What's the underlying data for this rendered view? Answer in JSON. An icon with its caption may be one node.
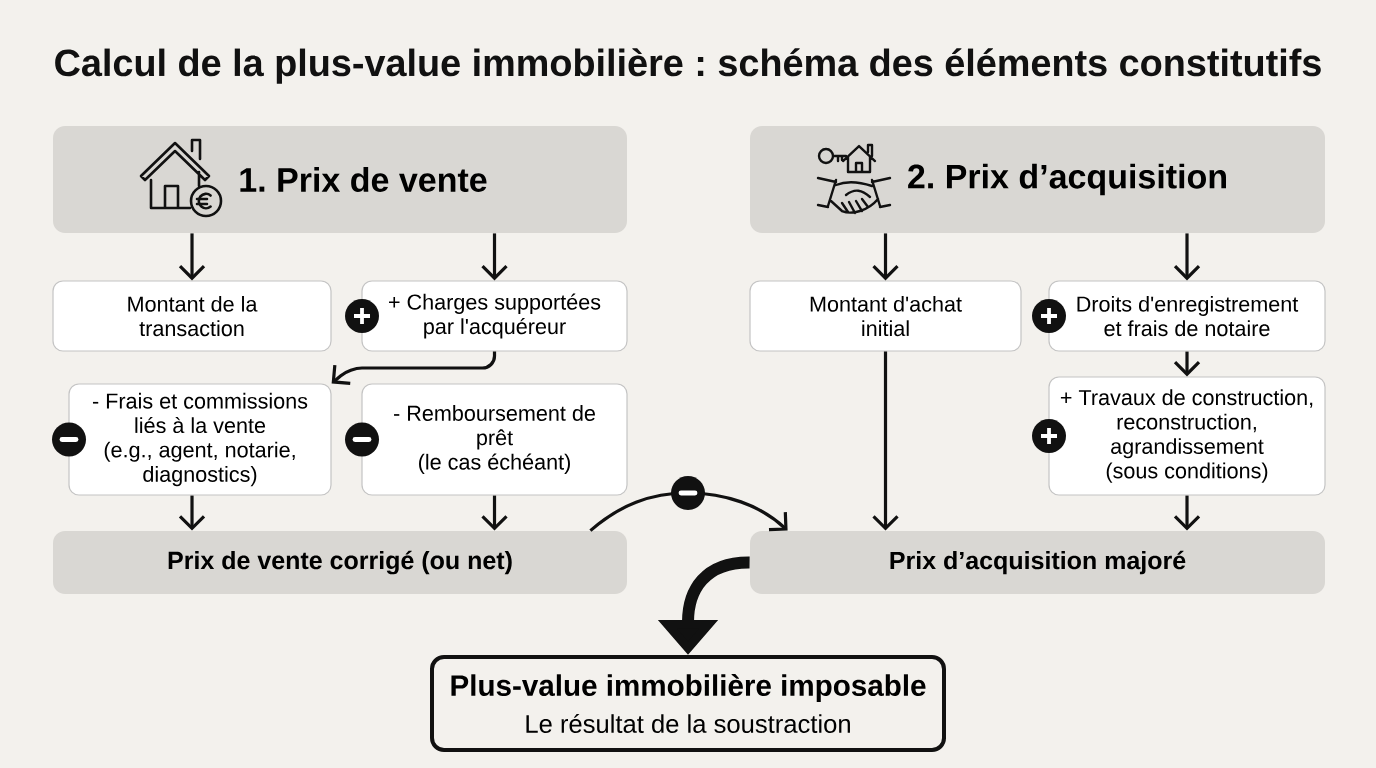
{
  "diagram": {
    "title": "Calcul de la plus-value immobilière : schéma des éléments constitutifs",
    "nodes": [
      {
        "text": [
          "1. Prix de vente"
        ]
      },
      {
        "text": [
          "2. Prix d’acquisition"
        ]
      },
      {
        "text": [
          "Montant de la transaction"
        ]
      },
      {
        "text": [
          "+ Charges supportées par l'acquéreur"
        ]
      },
      {
        "text": [
          "Montant d'achat initial"
        ]
      },
      {
        "text": [
          "Droits d'enregistrement et frais de notaire"
        ]
      },
      {
        "text": [
          "- Frais et commissions liés à la vente",
          "(e.g., agent, notarie, diagnostics)"
        ]
      },
      {
        "text": [
          "- Remboursement de prêt",
          "(le cas échéant)"
        ]
      },
      {
        "text": [
          "+ Travaux de construction, reconstruction, agrandissement",
          "(sous conditions)"
        ]
      },
      {
        "text": [
          "Prix de vente corrigé (ou net)"
        ]
      },
      {
        "text": [
          "Prix d’acquisition majoré"
        ]
      },
      {
        "text": [
          "Plus-value immobilière imposable",
          "Le résultat de la soustraction"
        ]
      }
    ],
    "edges": [
      {
        "from": 0,
        "to": 2,
        "arrow": "to"
      },
      {
        "from": 0,
        "to": 3,
        "arrow": "to"
      },
      {
        "from": 1,
        "to": 4,
        "arrow": "to"
      },
      {
        "from": 1,
        "to": 5,
        "arrow": "to"
      },
      {
        "from": 3,
        "to": 6,
        "arrow": "to"
      },
      {
        "from": 6,
        "to": 9,
        "arrow": "to"
      },
      {
        "from": 7,
        "to": 9,
        "arrow": "to"
      },
      {
        "from": 4,
        "to": 10,
        "arrow": "to"
      },
      {
        "from": 5,
        "to": 8,
        "arrow": "to"
      },
      {
        "from": 8,
        "to": 10,
        "arrow": "to"
      },
      {
        "from": 9,
        "to": 10,
        "arrow": "to"
      },
      {
        "from": 10,
        "to": 11,
        "arrow": "to",
        "style": "thick"
      }
    ]
  }
}
